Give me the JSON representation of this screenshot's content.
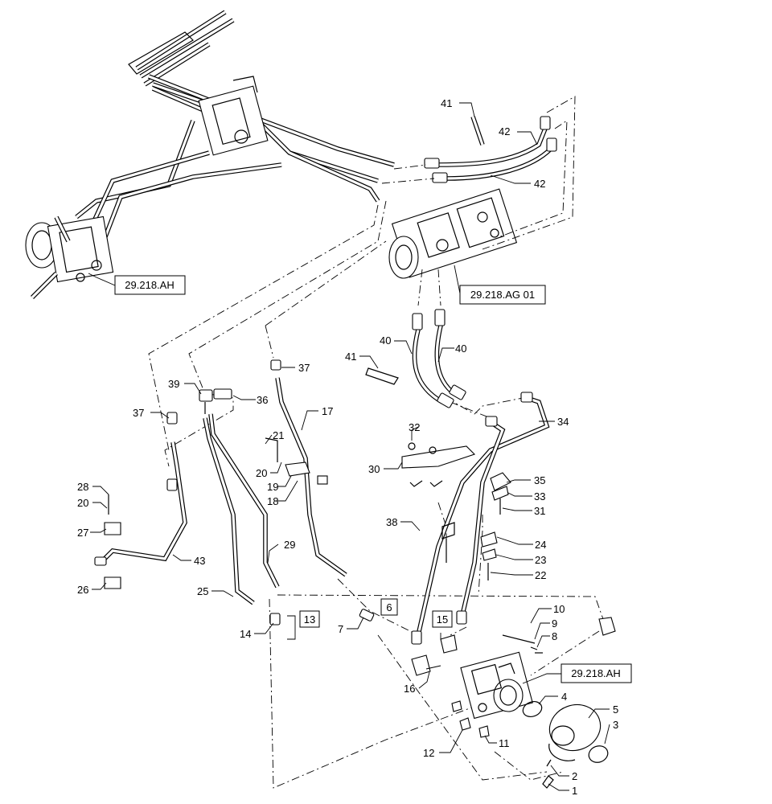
{
  "callouts": {
    "c1": "1",
    "c2": "2",
    "c3": "3",
    "c4": "4",
    "c5": "5",
    "c6": "6",
    "c7": "7",
    "c8": "8",
    "c9": "9",
    "c10": "10",
    "c11": "11",
    "c12": "12",
    "c13": "13",
    "c14": "14",
    "c15": "15",
    "c16": "16",
    "c17": "17",
    "c18": "18",
    "c19": "19",
    "c20a": "20",
    "c20b": "20",
    "c21": "21",
    "c22": "22",
    "c23": "23",
    "c24": "24",
    "c25": "25",
    "c26": "26",
    "c27": "27",
    "c28": "28",
    "c29": "29",
    "c30": "30",
    "c31": "31",
    "c32": "32",
    "c33": "33",
    "c34": "34",
    "c35": "35",
    "c36": "36",
    "c37a": "37",
    "c37b": "37",
    "c38": "38",
    "c39": "39",
    "c40a": "40",
    "c40b": "40",
    "c41a": "41",
    "c41b": "41",
    "c42a": "42",
    "c42b": "42",
    "c43": "43"
  },
  "refs": {
    "ref_ah_top": "29.218.AH",
    "ref_ag": "29.218.AG 01",
    "ref_ah_bottom": "29.218.AH"
  },
  "boxed": {
    "b6": "6",
    "b13": "13",
    "b15": "15"
  }
}
